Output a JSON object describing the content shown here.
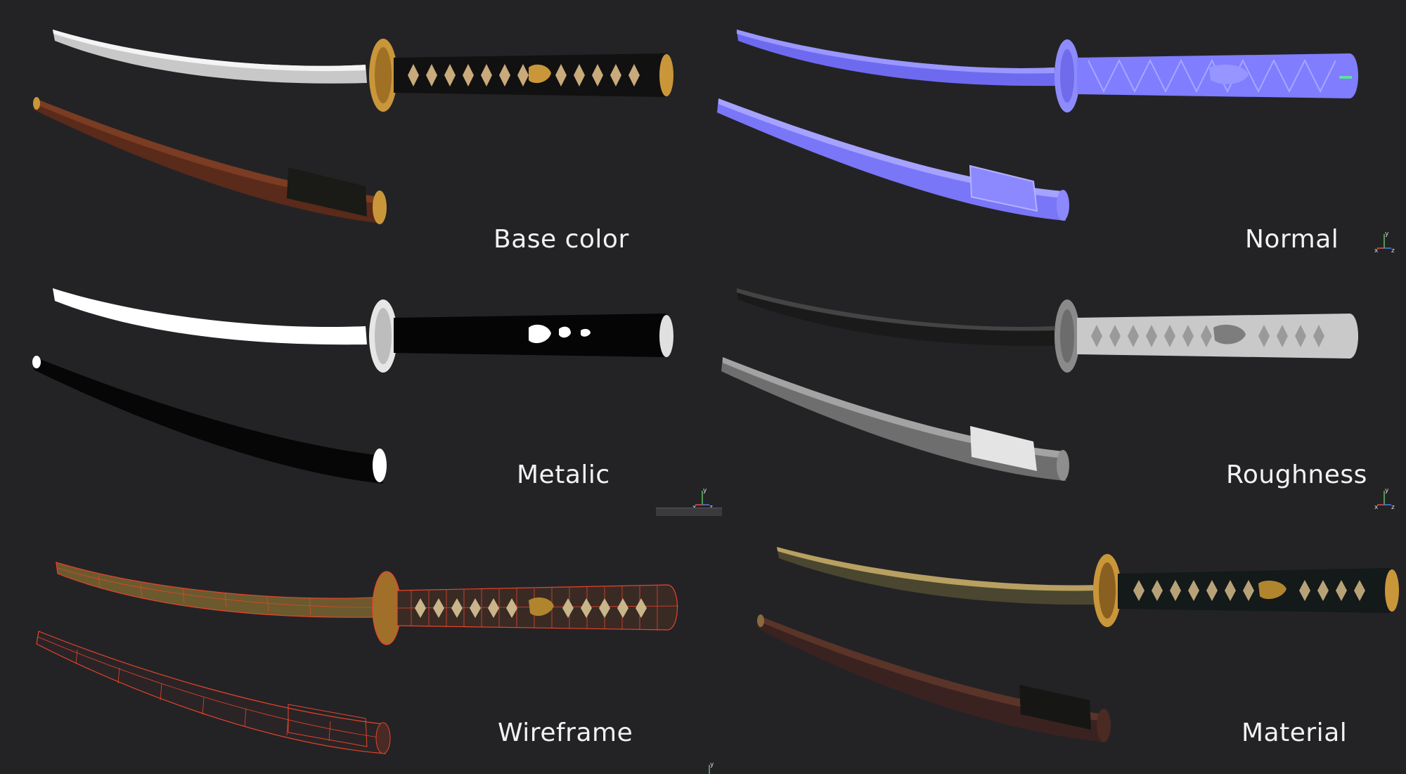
{
  "panels": [
    {
      "id": "base-color",
      "label": "Base color"
    },
    {
      "id": "normal",
      "label": "Normal"
    },
    {
      "id": "metalic",
      "label": "Metalic"
    },
    {
      "id": "roughness",
      "label": "Roughness"
    },
    {
      "id": "wireframe",
      "label": "Wireframe"
    },
    {
      "id": "material",
      "label": "Material"
    }
  ],
  "axis_gizmo": {
    "x": "x",
    "y": "y",
    "z": "z"
  },
  "colors": {
    "background": "#232326",
    "label": "#f2f2f2",
    "normal_blue": "#7f7cff",
    "wire_red": "#e8442a",
    "gold": "#c9973a",
    "scabbard_brown": "#5a2a1a"
  }
}
